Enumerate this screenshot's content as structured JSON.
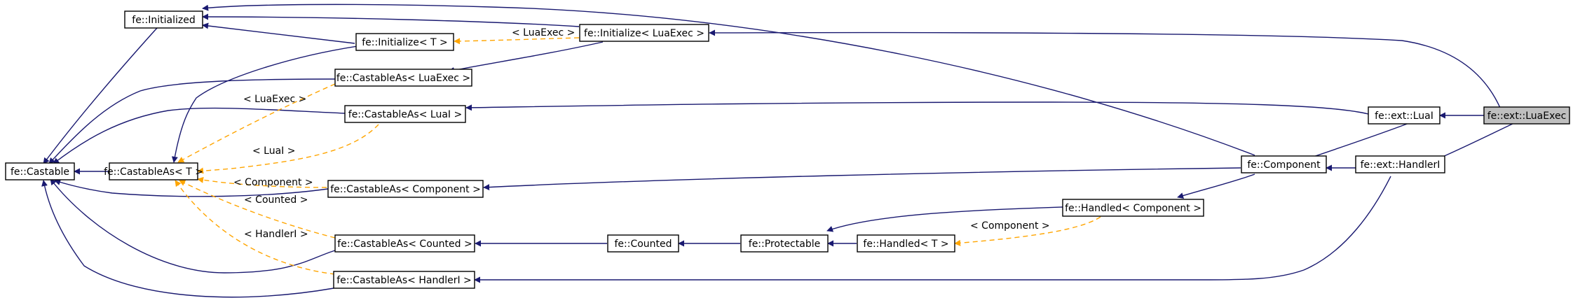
{
  "colors": {
    "inheritance_edge": "#191970",
    "template_edge": "#ffa500",
    "focus_fill": "#bfbfbf"
  },
  "nodes": {
    "initialized": "fe::Initialized",
    "castable": "fe::Castable",
    "initialize_t": "fe::Initialize< T >",
    "initialize_luaexec": "fe::Initialize< LuaExec >",
    "castableas_luaexec": "fe::CastableAs< LuaExec >",
    "castableas_luai": "fe::CastableAs< LuaI >",
    "castableas_t": "fe::CastableAs< T >",
    "castableas_component": "fe::CastableAs< Component >",
    "castableas_counted": "fe::CastableAs< Counted >",
    "castableas_handleri": "fe::CastableAs< HandlerI >",
    "counted": "fe::Counted",
    "protectable": "fe::Protectable",
    "handled_t": "fe::Handled< T >",
    "handled_component": "fe::Handled< Component >",
    "component": "fe::Component",
    "luai": "fe::ext::LuaI",
    "handleri": "fe::ext::HandlerI",
    "luaexec": "fe::ext::LuaExec"
  },
  "edge_labels": {
    "initialize_luaexec": "< LuaExec >",
    "castableas_luaexec": "< LuaExec >",
    "castableas_luai": "< LuaI >",
    "castableas_component": "< Component >",
    "castableas_counted": "< Counted >",
    "castableas_handleri": "< HandlerI >",
    "handled_component": "< Component >"
  }
}
